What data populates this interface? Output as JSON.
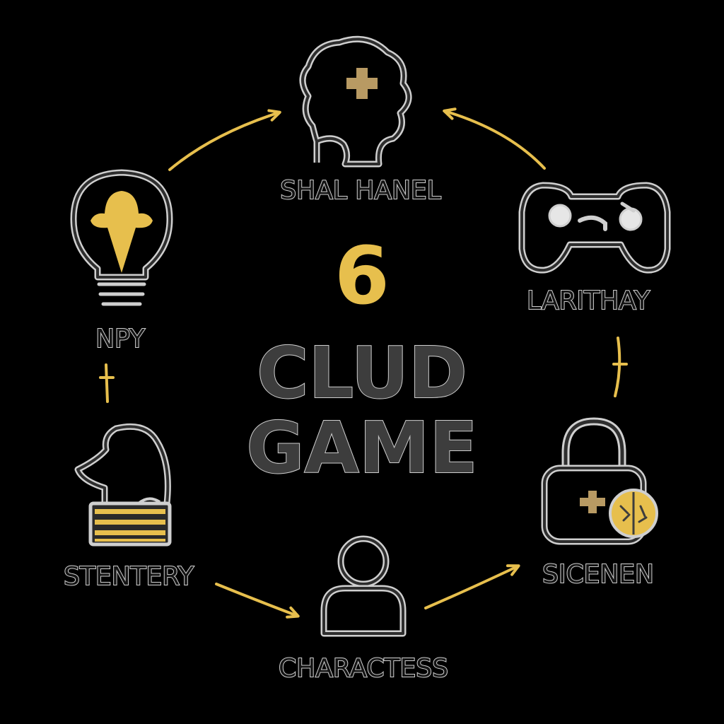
{
  "center": {
    "number": "6",
    "title_line1": "CLUD",
    "title_line2": "GAME"
  },
  "nodes": [
    {
      "id": "top",
      "label": "SHAL HANEL",
      "icon": "head-plus-icon"
    },
    {
      "id": "top-right",
      "label": "LARITHAY",
      "icon": "gamepad-icon"
    },
    {
      "id": "bottom-right",
      "label": "SICENEN",
      "icon": "padlock-coin-icon"
    },
    {
      "id": "bottom",
      "label": "CHARACTESS",
      "icon": "person-icon"
    },
    {
      "id": "bottom-left",
      "label": "STENTERY",
      "icon": "chess-knight-icon"
    },
    {
      "id": "top-left",
      "label": "NPY",
      "icon": "lightbulb-icon"
    }
  ],
  "colors": {
    "background": "#000000",
    "accent": "#e7bf4d",
    "outline": "#cfcfcf",
    "dark_fill": "#3d3d3d"
  }
}
